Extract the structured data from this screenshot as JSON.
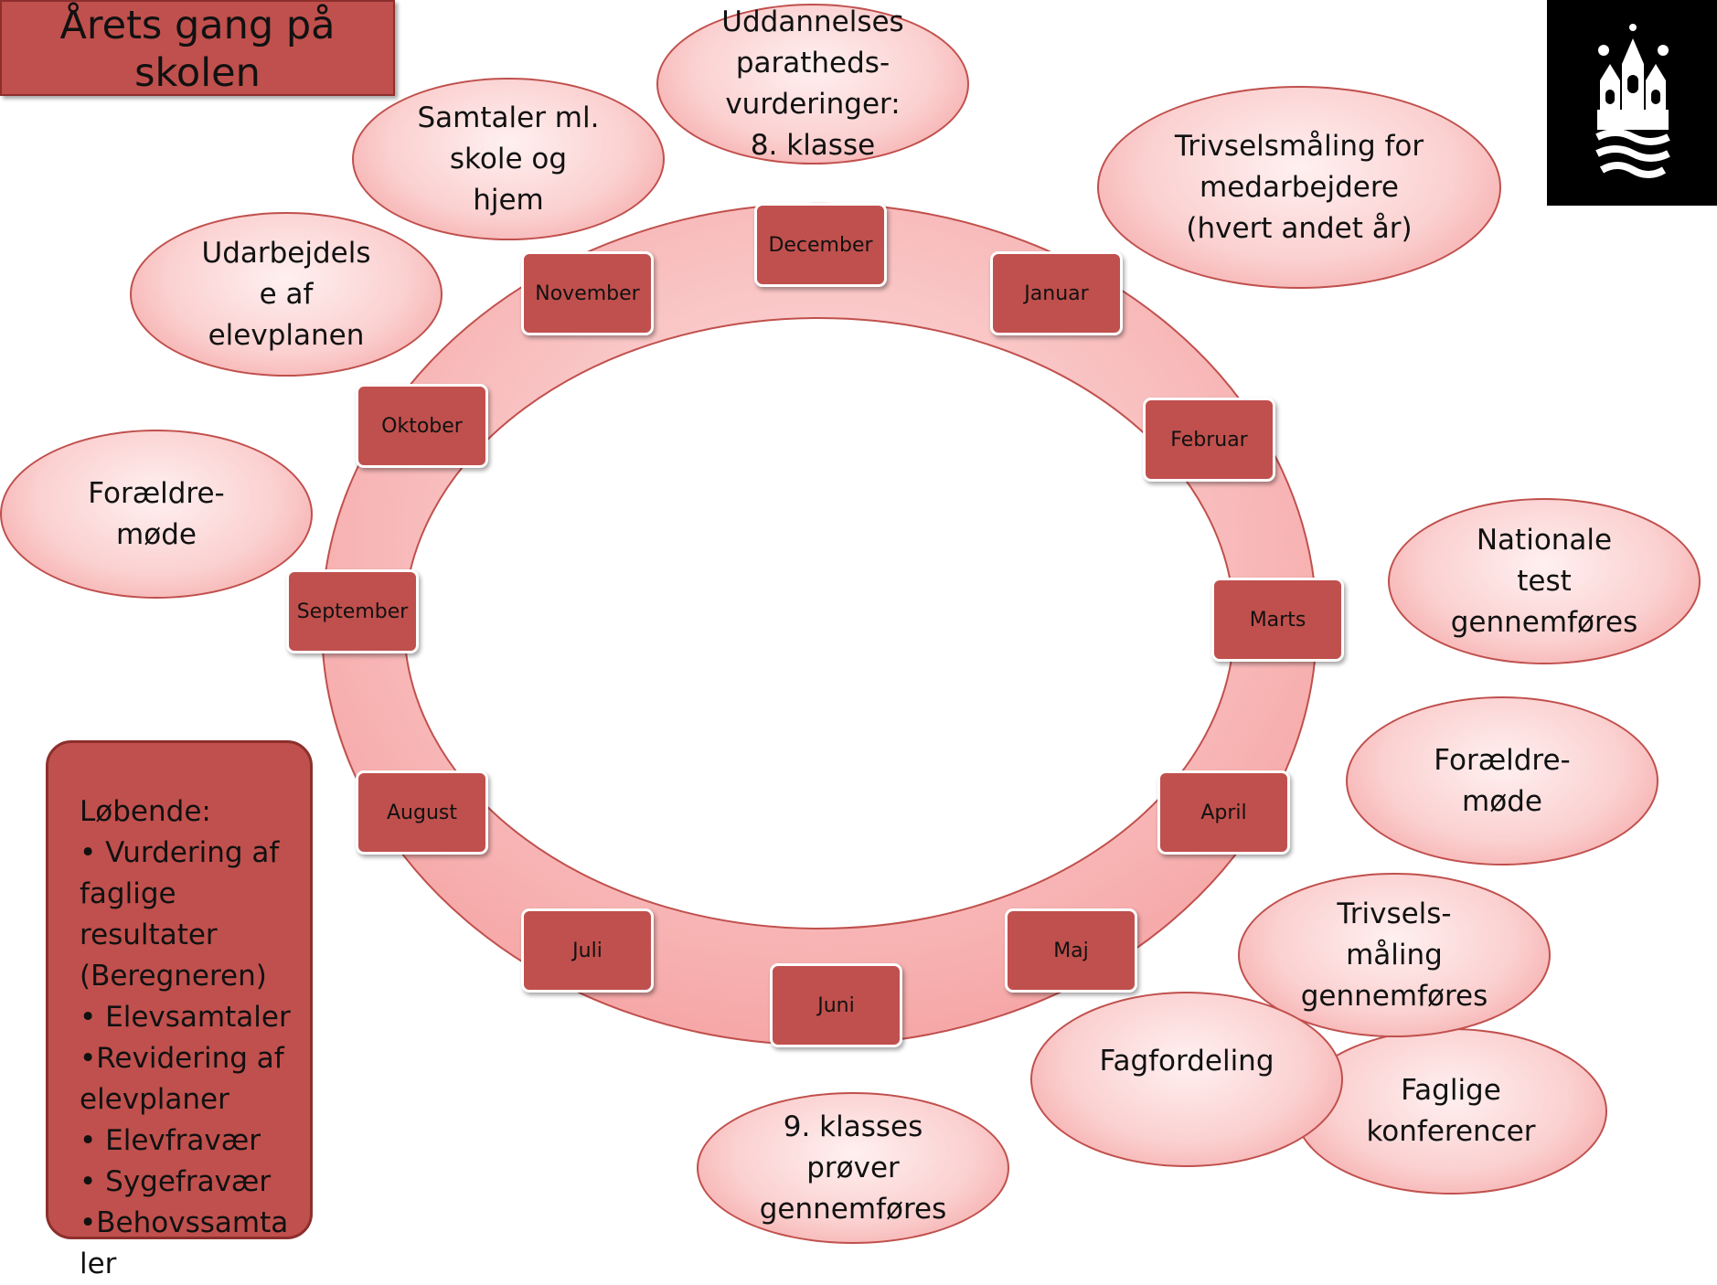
{
  "title": "Årets gang på\nskolen",
  "months": {
    "december": "December",
    "januar": "Januar",
    "februar": "Februar",
    "marts": "Marts",
    "april": "April",
    "maj": "Maj",
    "juni": "Juni",
    "juli": "Juli",
    "august": "August",
    "september": "September",
    "oktober": "Oktober",
    "november": "November"
  },
  "events": {
    "samtaler": "Samtaler ml.\nskole og\nhjem",
    "uddannelse": "Uddannelses\nparatheds-\nvurderinger:\n8. klasse",
    "trivsel_medarbejdere": "Trivselsmåling for\nmedarbejdere\n(hvert andet år)",
    "elevplan": "Udarbejdels\ne af\nelevplanen",
    "foraeldremoede_efteraar": "Forældre-\nmøde",
    "nationale_test": "Nationale\ntest\ngennemføres",
    "foraeldremoede_foraar": "Forældre-\nmøde",
    "trivselsmaaling": "Trivsels-\nmåling\ngennemføres",
    "fagfordeling": "Fagfordeling",
    "faglige_konferencer": "Faglige\nkonferencer",
    "proever_9kl": "9. klasses\nprøver\ngennemføres"
  },
  "ongoing": "Løbende:\n• Vurdering af\nfaglige\nresultater\n(Beregneren)\n• Elevsamtaler\n•Revidering af\nelevplaner\n• Elevfravær\n• Sygefravær\n•Behovssamta\nler",
  "colors": {
    "accent": "#c0504d",
    "ring": "#f8c4c4",
    "bubble_fill": "#fbd0d0",
    "logo_bg": "#000000"
  },
  "icons": {
    "logo": "city-coat-of-arms-icon"
  }
}
